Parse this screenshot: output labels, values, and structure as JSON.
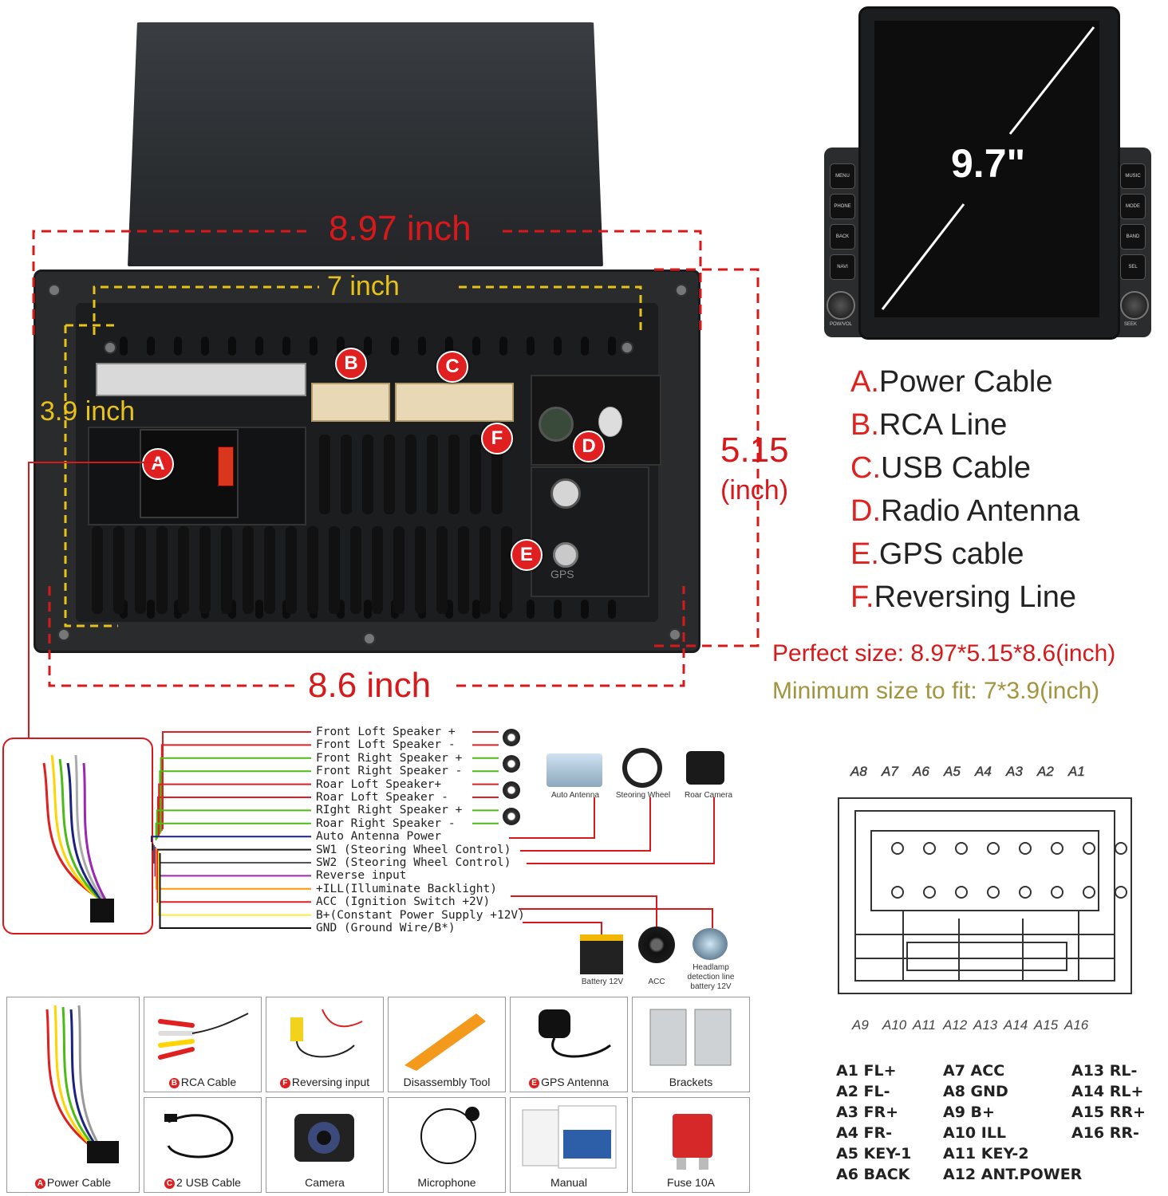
{
  "dimensions": {
    "width": "8.97 inch",
    "inner_width": "7 inch",
    "inner_height": "3.9 inch",
    "height_value": "5.15",
    "height_unit": "(inch)",
    "depth": "8.6 inch"
  },
  "screen_size": "9.7\"",
  "panel_buttons_left": [
    "MENU",
    "PHONE",
    "BACK",
    "NAVI"
  ],
  "panel_buttons_right": [
    "MUSIC",
    "MODE",
    "BAND",
    "SEL"
  ],
  "panel_knob_left": "POW/VOL",
  "panel_knob_right": "SEEK",
  "markers": [
    "A",
    "B",
    "C",
    "D",
    "E",
    "F"
  ],
  "legend": [
    {
      "letter": "A.",
      "text": "Power Cable"
    },
    {
      "letter": "B.",
      "text": "RCA Line"
    },
    {
      "letter": "C.",
      "text": "USB Cable"
    },
    {
      "letter": "D.",
      "text": "Radio Antenna"
    },
    {
      "letter": "E.",
      "text": "GPS cable"
    },
    {
      "letter": "F.",
      "text": "Reversing Line"
    }
  ],
  "perfect_size": "Perfect size: 8.97*5.15*8.6(inch)",
  "minimum_size": "Minimum size to fit: 7*3.9(inch)",
  "colors": {
    "red": "#d8191b",
    "yellow": "#e6c21a",
    "olive": "#a3943f"
  },
  "wires": [
    {
      "label": "Front Loft Speaker +",
      "color": "#e02020"
    },
    {
      "label": "Front Loft Speaker -",
      "color": "#e02020"
    },
    {
      "label": "Front Right Speaker +",
      "color": "#4cbb17"
    },
    {
      "label": "Front Right Speaker -",
      "color": "#4cbb17"
    },
    {
      "label": "Roar Loft Speaker+",
      "color": "#e02020"
    },
    {
      "label": "Roar Loft Speaker -",
      "color": "#e02020"
    },
    {
      "label": "RIght Right Speaker +",
      "color": "#4cbb17"
    },
    {
      "label": "Roar Right Speaker -",
      "color": "#4cbb17"
    },
    {
      "label": "Auto Antenna Power",
      "color": "#1a237e"
    },
    {
      "label": "SW1 (Steoring Wheel Control)",
      "color": "#1a1a1a"
    },
    {
      "label": "SW2 (Steoring Wheel Control)",
      "color": "#555555"
    },
    {
      "label": "Reverse input",
      "color": "#9c27b0"
    },
    {
      "label": "+ILL(Illuminate Backlight)",
      "color": "#ff9800"
    },
    {
      "label": "ACC (Ignition Switch +2V)",
      "color": "#e02020"
    },
    {
      "label": "B+(Constant Power Supply +12V)",
      "color": "#ffeb3b"
    },
    {
      "label": "GND (Ground Wire/B*)",
      "color": "#111111"
    }
  ],
  "wire_devices": {
    "auto_antenna": "Auto Antenna",
    "steering_wheel": "Steoring Wheel",
    "rear_camera": "Roar Camera",
    "battery": "Battery 12V",
    "acc": "ACC",
    "headlamp_line1": "Headlamp",
    "headlamp_line2": "detection line",
    "headlamp_line3": "battery 12V"
  },
  "accessories": [
    {
      "label": "Power Cable",
      "badge": "A"
    },
    {
      "label": "RCA Cable",
      "badge": "B"
    },
    {
      "label": "Reversing input",
      "badge": "F"
    },
    {
      "label": "Disassembly Tool",
      "badge": ""
    },
    {
      "label": "GPS Antenna",
      "badge": "E"
    },
    {
      "label": "Brackets",
      "badge": ""
    },
    {
      "label": "2 USB Cable",
      "badge": "C"
    },
    {
      "label": "Camera",
      "badge": ""
    },
    {
      "label": "Microphone",
      "badge": ""
    },
    {
      "label": "Manual",
      "badge": ""
    },
    {
      "label": "Fuse 10A",
      "badge": ""
    }
  ],
  "connector_top_pins": [
    "A8",
    "A7",
    "A6",
    "A5",
    "A4",
    "A3",
    "A2",
    "A1"
  ],
  "connector_bottom_pins": [
    "A9",
    "A10",
    "A11",
    "A12",
    "A13",
    "A14",
    "A15",
    "A16"
  ],
  "pin_table": {
    "col1": [
      "A1 FL+",
      "A2 FL-",
      "A3 FR+",
      "A4 FR-",
      "A5 KEY-1",
      "A6 BACK"
    ],
    "col2": [
      "A7 ACC",
      "A8 GND",
      "A9 B+",
      "A10 ILL",
      "A11 KEY-2",
      "A12 ANT.POWER"
    ],
    "col3": [
      "A13 RL-",
      "A14 RL+",
      "A15 RR+",
      "A16 RR-"
    ]
  }
}
